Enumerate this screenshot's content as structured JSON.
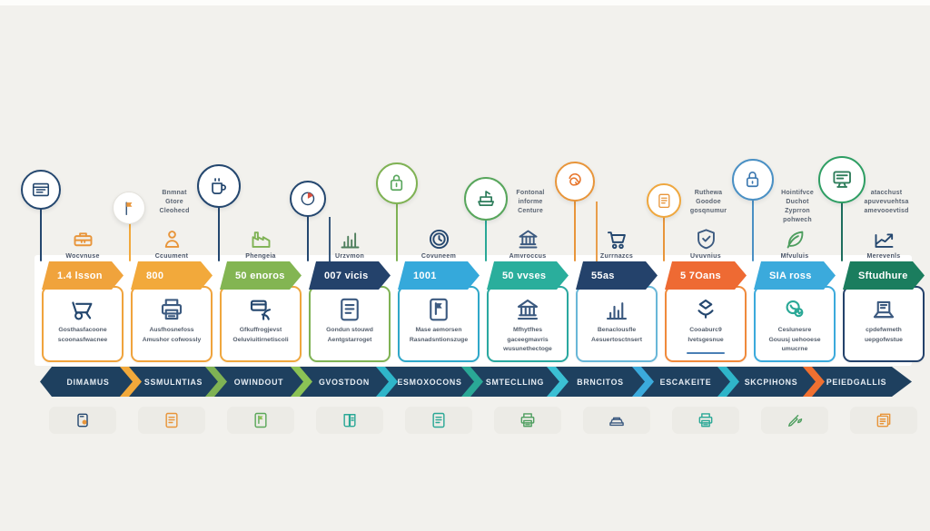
{
  "page": {
    "background": "#F2F1ED",
    "panel": "#FFFFFF",
    "top_strip": "#FDFDFB",
    "chip_background": "#ECEBE6"
  },
  "strip": {
    "background": "#1E405F",
    "label_color": "#E6EDF4",
    "labels": [
      "DIMAMUS",
      "SSMULNTIAS",
      "OWINDOUT",
      "GVOSTDON",
      "ESMOXOCONS",
      "SMTECLLING",
      "BRNCITOS",
      "ESCAKEITE",
      "SKCPIHONS",
      "PEIEDGALLIS"
    ],
    "separator_colors": [
      "#F2A93B",
      "#7FB254",
      "#8BC255",
      "#2FB5C9",
      "#2AA896",
      "#3BC0D4",
      "#3BAADC",
      "#2FB5C9",
      "#F07030"
    ]
  },
  "columns": [
    {
      "circle": {
        "icon": "window",
        "ring": "#24476F",
        "color": "#24476F",
        "accent": "#E8953A"
      },
      "stem_color": "#24476F",
      "top_label": [],
      "mid": {
        "icon": "toolbox",
        "color": "#E8953A",
        "accent": "#F2C063",
        "caption": "Wocvnuse"
      },
      "banner": {
        "label": "1.4 lsson",
        "bg": "#F0A33C"
      },
      "card": {
        "border": "#F0A33C",
        "icon": "wheelbarrow",
        "color": "#24476F",
        "accent": "#35B5A0",
        "lines": [
          "Gosthasfacoone",
          "scoonasfwacnee"
        ],
        "rule": false
      },
      "chip": {
        "icon": "tablet",
        "color": "#24476F",
        "accent": "#E8953A"
      }
    },
    {
      "circle": {
        "icon": "flag",
        "ring": "#E3E1DB",
        "color": "#24476F",
        "accent": "#E8953A"
      },
      "stem_color": "#F2A93B",
      "top_label": [
        "Bnmnat",
        "Gtore",
        "Cleohecd"
      ],
      "mid": {
        "icon": "person",
        "color": "#E8953A",
        "accent": "#E8953A",
        "caption": "Ccuument"
      },
      "banner": {
        "label": "800",
        "bg": "#F2A93B"
      },
      "card": {
        "border": "#F0A33C",
        "icon": "printer",
        "color": "#3C5A80",
        "accent": "#E8953A",
        "lines": [
          "Ausfhosnefoss",
          "Amushor cofwossly"
        ],
        "rule": false
      },
      "chip": {
        "icon": "doclines",
        "color": "#E8953A",
        "accent": "#E8953A"
      }
    },
    {
      "circle": {
        "icon": "mug",
        "ring": "#24476F",
        "color": "#24476F",
        "accent": "#24476F"
      },
      "stem_color": "#24476F",
      "top_label": [],
      "mid": {
        "icon": "factory",
        "color": "#7FB254",
        "accent": "#7FB254",
        "caption": "Phengeia"
      },
      "banner": {
        "label": "50 enoros",
        "bg": "#83B552"
      },
      "card": {
        "border": "#EFA73E",
        "icon": "moneycard",
        "color": "#24476F",
        "accent": "#35B5A0",
        "lines": [
          "Gfkuffrogjevst",
          "Oeluviuitirnetiscoli"
        ],
        "rule": false
      },
      "chip": {
        "icon": "docflag",
        "color": "#5BA85A",
        "accent": "#8BC255"
      }
    },
    {
      "circle": {
        "icon": "pie",
        "ring": "#24476F",
        "color": "#24476F",
        "accent": "#D94F3D"
      },
      "stem_color": "#24476F",
      "top_label": [],
      "mid": {
        "icon": "bars",
        "color": "#4E7E5C",
        "accent": "#4E7E5C",
        "caption": "Urzvmon"
      },
      "banner": {
        "label": "007 vicis",
        "bg": "#24426B"
      },
      "card": {
        "border": "#7FB254",
        "icon": "doclines",
        "color": "#3C5A80",
        "accent": "#3C5A80",
        "lines": [
          "Gondun stouwd",
          "Aentgstarroget"
        ],
        "rule": false
      },
      "chip": {
        "icon": "book",
        "color": "#2AA896",
        "accent": "#5BA85A"
      }
    },
    {
      "circle": {
        "icon": "bag",
        "ring": "#7FB254",
        "color": "#58A65C",
        "accent": "#58A65C"
      },
      "stem_color": "#7FB254",
      "top_label": [],
      "mid": {
        "icon": "clock",
        "color": "#24476F",
        "accent": "#E8953A",
        "caption": "Covuneem"
      },
      "banner": {
        "label": "1001",
        "bg": "#35A9DB"
      },
      "card": {
        "border": "#2FA7C9",
        "icon": "docflag",
        "color": "#3C5A80",
        "accent": "#3C5A80",
        "lines": [
          "Mase aemorsen",
          "Rasnadsntionszuge"
        ],
        "rule": false
      },
      "chip": {
        "icon": "doclines",
        "color": "#2AA896",
        "accent": "#2AA896"
      }
    },
    {
      "circle": {
        "icon": "ship",
        "ring": "#58A65C",
        "color": "#2E7D5B",
        "accent": "#2E7D5B"
      },
      "stem_color": "#2AA896",
      "top_label": [
        "Fontonal",
        "informe",
        "Centure"
      ],
      "mid": {
        "icon": "bank",
        "color": "#3C5A80",
        "accent": "#3C5A80",
        "caption": "Amvroccus"
      },
      "banner": {
        "label": "50 vvses",
        "bg": "#2AAE9C"
      },
      "card": {
        "border": "#2AA8A0",
        "icon": "bank",
        "color": "#3C5A80",
        "accent": "#3C5A80",
        "lines": [
          "Mfhytfhes",
          "gaceegmavris",
          "wusunethectoge"
        ],
        "rule": false
      },
      "chip": {
        "icon": "printer",
        "color": "#4E9E5F",
        "accent": "#4E9E5F"
      }
    },
    {
      "circle": {
        "icon": "spiral",
        "ring": "#E8953A",
        "color": "#E8762C",
        "accent": "#E8762C"
      },
      "stem_color": "#E8953A",
      "top_label": [],
      "mid": {
        "icon": "cart",
        "color": "#24476F",
        "accent": "#24476F",
        "caption": "Zurrnazcs"
      },
      "banner": {
        "label": "55as",
        "bg": "#24426B"
      },
      "card": {
        "border": "#69B7D8",
        "icon": "bars",
        "color": "#3C5A80",
        "accent": "#3C5A80",
        "lines": [
          "Benaclousfle",
          "Aesuertosctnsert"
        ],
        "rule": false
      },
      "chip": {
        "icon": "car",
        "color": "#3C5A80",
        "accent": "#3C5A80"
      }
    },
    {
      "circle": {
        "icon": "doclines",
        "ring": "#EFA73E",
        "color": "#E8953A",
        "accent": "#E8953A"
      },
      "stem_color": "#E8953A",
      "top_label": [
        "Ruthewa",
        "Goodoe",
        "gosqnumur"
      ],
      "mid": {
        "icon": "shield",
        "color": "#3C5A80",
        "accent": "#3C5A80",
        "caption": "Uvuvnius"
      },
      "banner": {
        "label": "5 7Oans",
        "bg": "#EE6A33"
      },
      "card": {
        "border": "#F08A3C",
        "icon": "gem",
        "color": "#24476F",
        "accent": "#35B5A0",
        "lines": [
          "Cooaburc9",
          "Ivetsgesnue"
        ],
        "rule": true
      },
      "chip": {
        "icon": "printer",
        "color": "#2AA896",
        "accent": "#2AA896"
      }
    },
    {
      "circle": {
        "icon": "lock",
        "ring": "#4A90C4",
        "color": "#3C78B0",
        "accent": "#3C78B0"
      },
      "stem_color": "#4A90C4",
      "top_label": [
        "Hointifvce",
        "Duchot",
        "Zyprron",
        "pohwech"
      ],
      "mid": {
        "icon": "leaf",
        "color": "#4E9E5F",
        "accent": "#4E9E5F",
        "caption": "Mfvuluis"
      },
      "banner": {
        "label": "SIA ross",
        "bg": "#3BAADC"
      },
      "card": {
        "border": "#3BAADC",
        "icon": "flower",
        "color": "#2AA896",
        "accent": "#4E9E5F",
        "lines": [
          "Ceslunesre",
          "Gouusj uehooese",
          "umucrne"
        ],
        "rule": false
      },
      "chip": {
        "icon": "pen",
        "color": "#4E9E5F",
        "accent": "#2E7D5B"
      }
    },
    {
      "circle": {
        "icon": "monitor",
        "ring": "#2E9E63",
        "color": "#2E7D5B",
        "accent": "#2E7D5B"
      },
      "stem_color": "#1E6E5E",
      "top_label": [
        "atacchust",
        "apuvevuehtsa",
        "amevooevtisd"
      ],
      "mid": {
        "icon": "growth",
        "color": "#24476F",
        "accent": "#24476F",
        "caption": "Merevenls"
      },
      "banner": {
        "label": "Sftudhure",
        "bg": "#1B7D5E"
      },
      "card": {
        "border": "#24426B",
        "icon": "laptop",
        "color": "#3C5A80",
        "accent": "#3C5A80",
        "lines": [
          "cpdefwmeth",
          "uepgofwstue"
        ],
        "rule": false
      },
      "chip": {
        "icon": "files",
        "color": "#E8953A",
        "accent": "#E8953A"
      }
    }
  ]
}
